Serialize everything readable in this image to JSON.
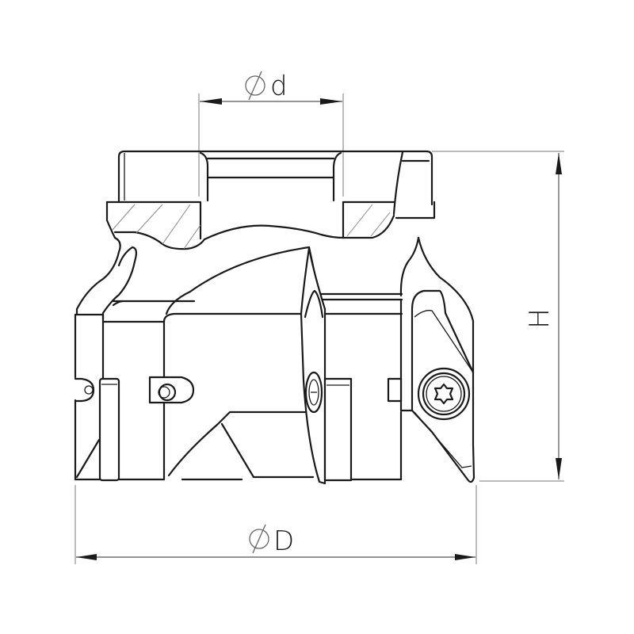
{
  "drawing": {
    "subject": "Face milling cutter body with indexable inserts",
    "view": "side elevation, partial section through bore"
  },
  "dimensions": {
    "bore_diameter": {
      "symbol": "⌀",
      "label": "d"
    },
    "cutter_diameter": {
      "symbol": "⌀",
      "label": "D"
    },
    "height": {
      "label": "H"
    }
  },
  "colors": {
    "line": "#1a1a1a",
    "dimension_line": "#555555",
    "hatch": "#888888",
    "background": "#ffffff"
  }
}
